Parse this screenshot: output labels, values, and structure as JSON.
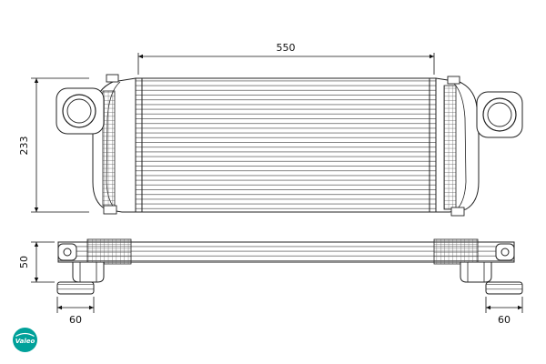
{
  "dims": {
    "top_width": "550",
    "left_height": "233",
    "bottom_height": "50",
    "bottom_left_width": "60",
    "bottom_right_width": "60"
  },
  "brand": {
    "name": "Valeo",
    "color": "#00a19a"
  }
}
